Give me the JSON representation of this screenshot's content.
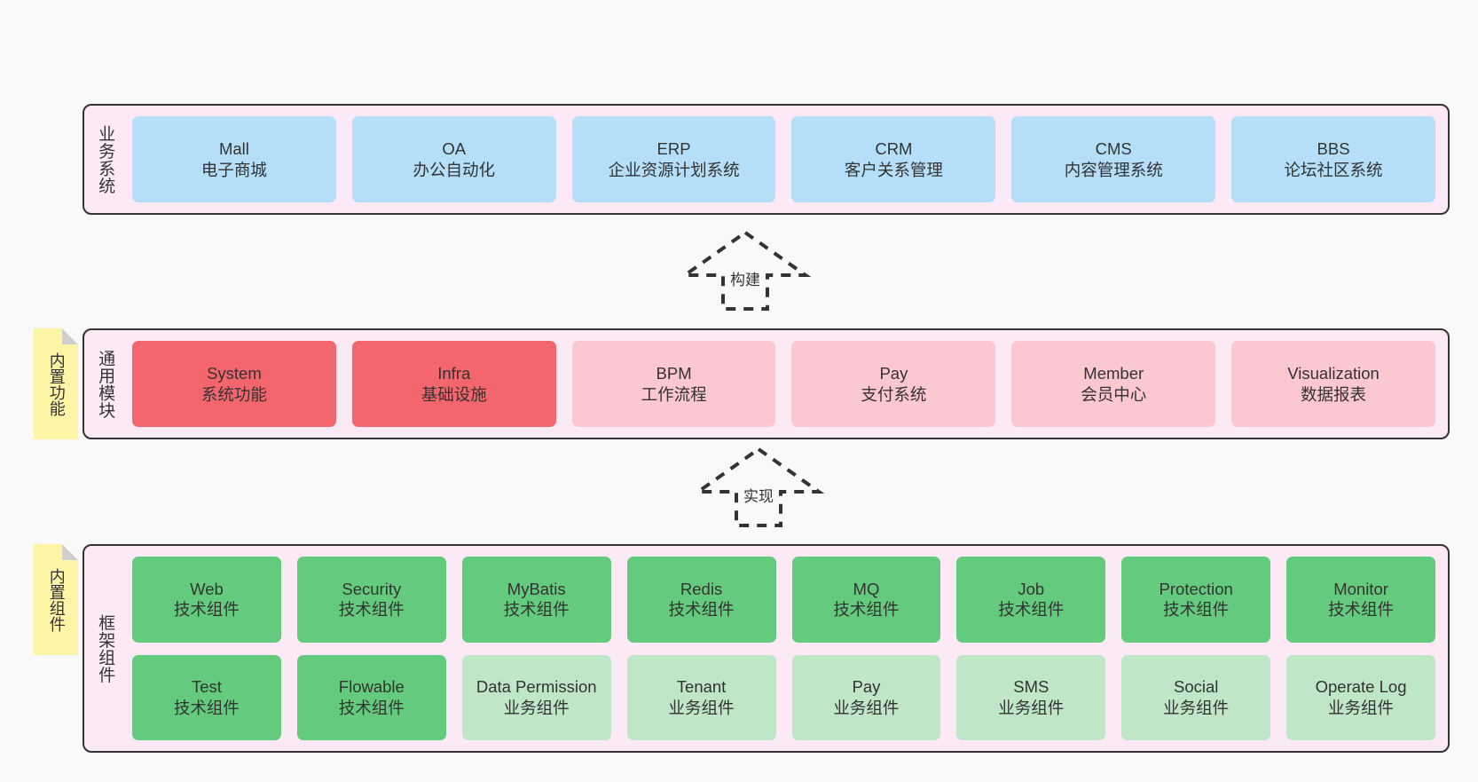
{
  "layers": {
    "business": {
      "title": "业务系统",
      "items": [
        {
          "en": "Mall",
          "cn": "电子商城"
        },
        {
          "en": "OA",
          "cn": "办公自动化"
        },
        {
          "en": "ERP",
          "cn": "企业资源计划系统"
        },
        {
          "en": "CRM",
          "cn": "客户关系管理"
        },
        {
          "en": "CMS",
          "cn": "内容管理系统"
        },
        {
          "en": "BBS",
          "cn": "论坛社区系统"
        }
      ]
    },
    "modules": {
      "title": "通用模块",
      "note": "内置功能",
      "items": [
        {
          "en": "System",
          "cn": "系统功能"
        },
        {
          "en": "Infra",
          "cn": "基础设施"
        },
        {
          "en": "BPM",
          "cn": "工作流程"
        },
        {
          "en": "Pay",
          "cn": "支付系统"
        },
        {
          "en": "Member",
          "cn": "会员中心"
        },
        {
          "en": "Visualization",
          "cn": "数据报表"
        }
      ]
    },
    "framework": {
      "title": "框架组件",
      "note": "内置组件",
      "row1": [
        {
          "en": "Web",
          "cn": "技术组件"
        },
        {
          "en": "Security",
          "cn": "技术组件"
        },
        {
          "en": "MyBatis",
          "cn": "技术组件"
        },
        {
          "en": "Redis",
          "cn": "技术组件"
        },
        {
          "en": "MQ",
          "cn": "技术组件"
        },
        {
          "en": "Job",
          "cn": "技术组件"
        },
        {
          "en": "Protection",
          "cn": "技术组件"
        },
        {
          "en": "Monitor",
          "cn": "技术组件"
        }
      ],
      "row2": [
        {
          "en": "Test",
          "cn": "技术组件"
        },
        {
          "en": "Flowable",
          "cn": "技术组件"
        },
        {
          "en": "Data Permission",
          "cn": "业务组件"
        },
        {
          "en": "Tenant",
          "cn": "业务组件"
        },
        {
          "en": "Pay",
          "cn": "业务组件"
        },
        {
          "en": "SMS",
          "cn": "业务组件"
        },
        {
          "en": "Social",
          "cn": "业务组件"
        },
        {
          "en": "Operate Log",
          "cn": "业务组件"
        }
      ]
    }
  },
  "arrows": {
    "build": "构建",
    "implement": "实现"
  },
  "colors": {
    "layer_background": "#fbe9f5",
    "layer_border": "#333333",
    "business_item": "#b5def9",
    "module_primary": "#f4666e",
    "module_secondary": "#fcc8cf",
    "framework_tech": "#64ca7d",
    "framework_business": "#bfe6c6",
    "note_background": "#fdf5a6",
    "note_fold": "#cfcfcf",
    "canvas": "#f9f9f9"
  }
}
